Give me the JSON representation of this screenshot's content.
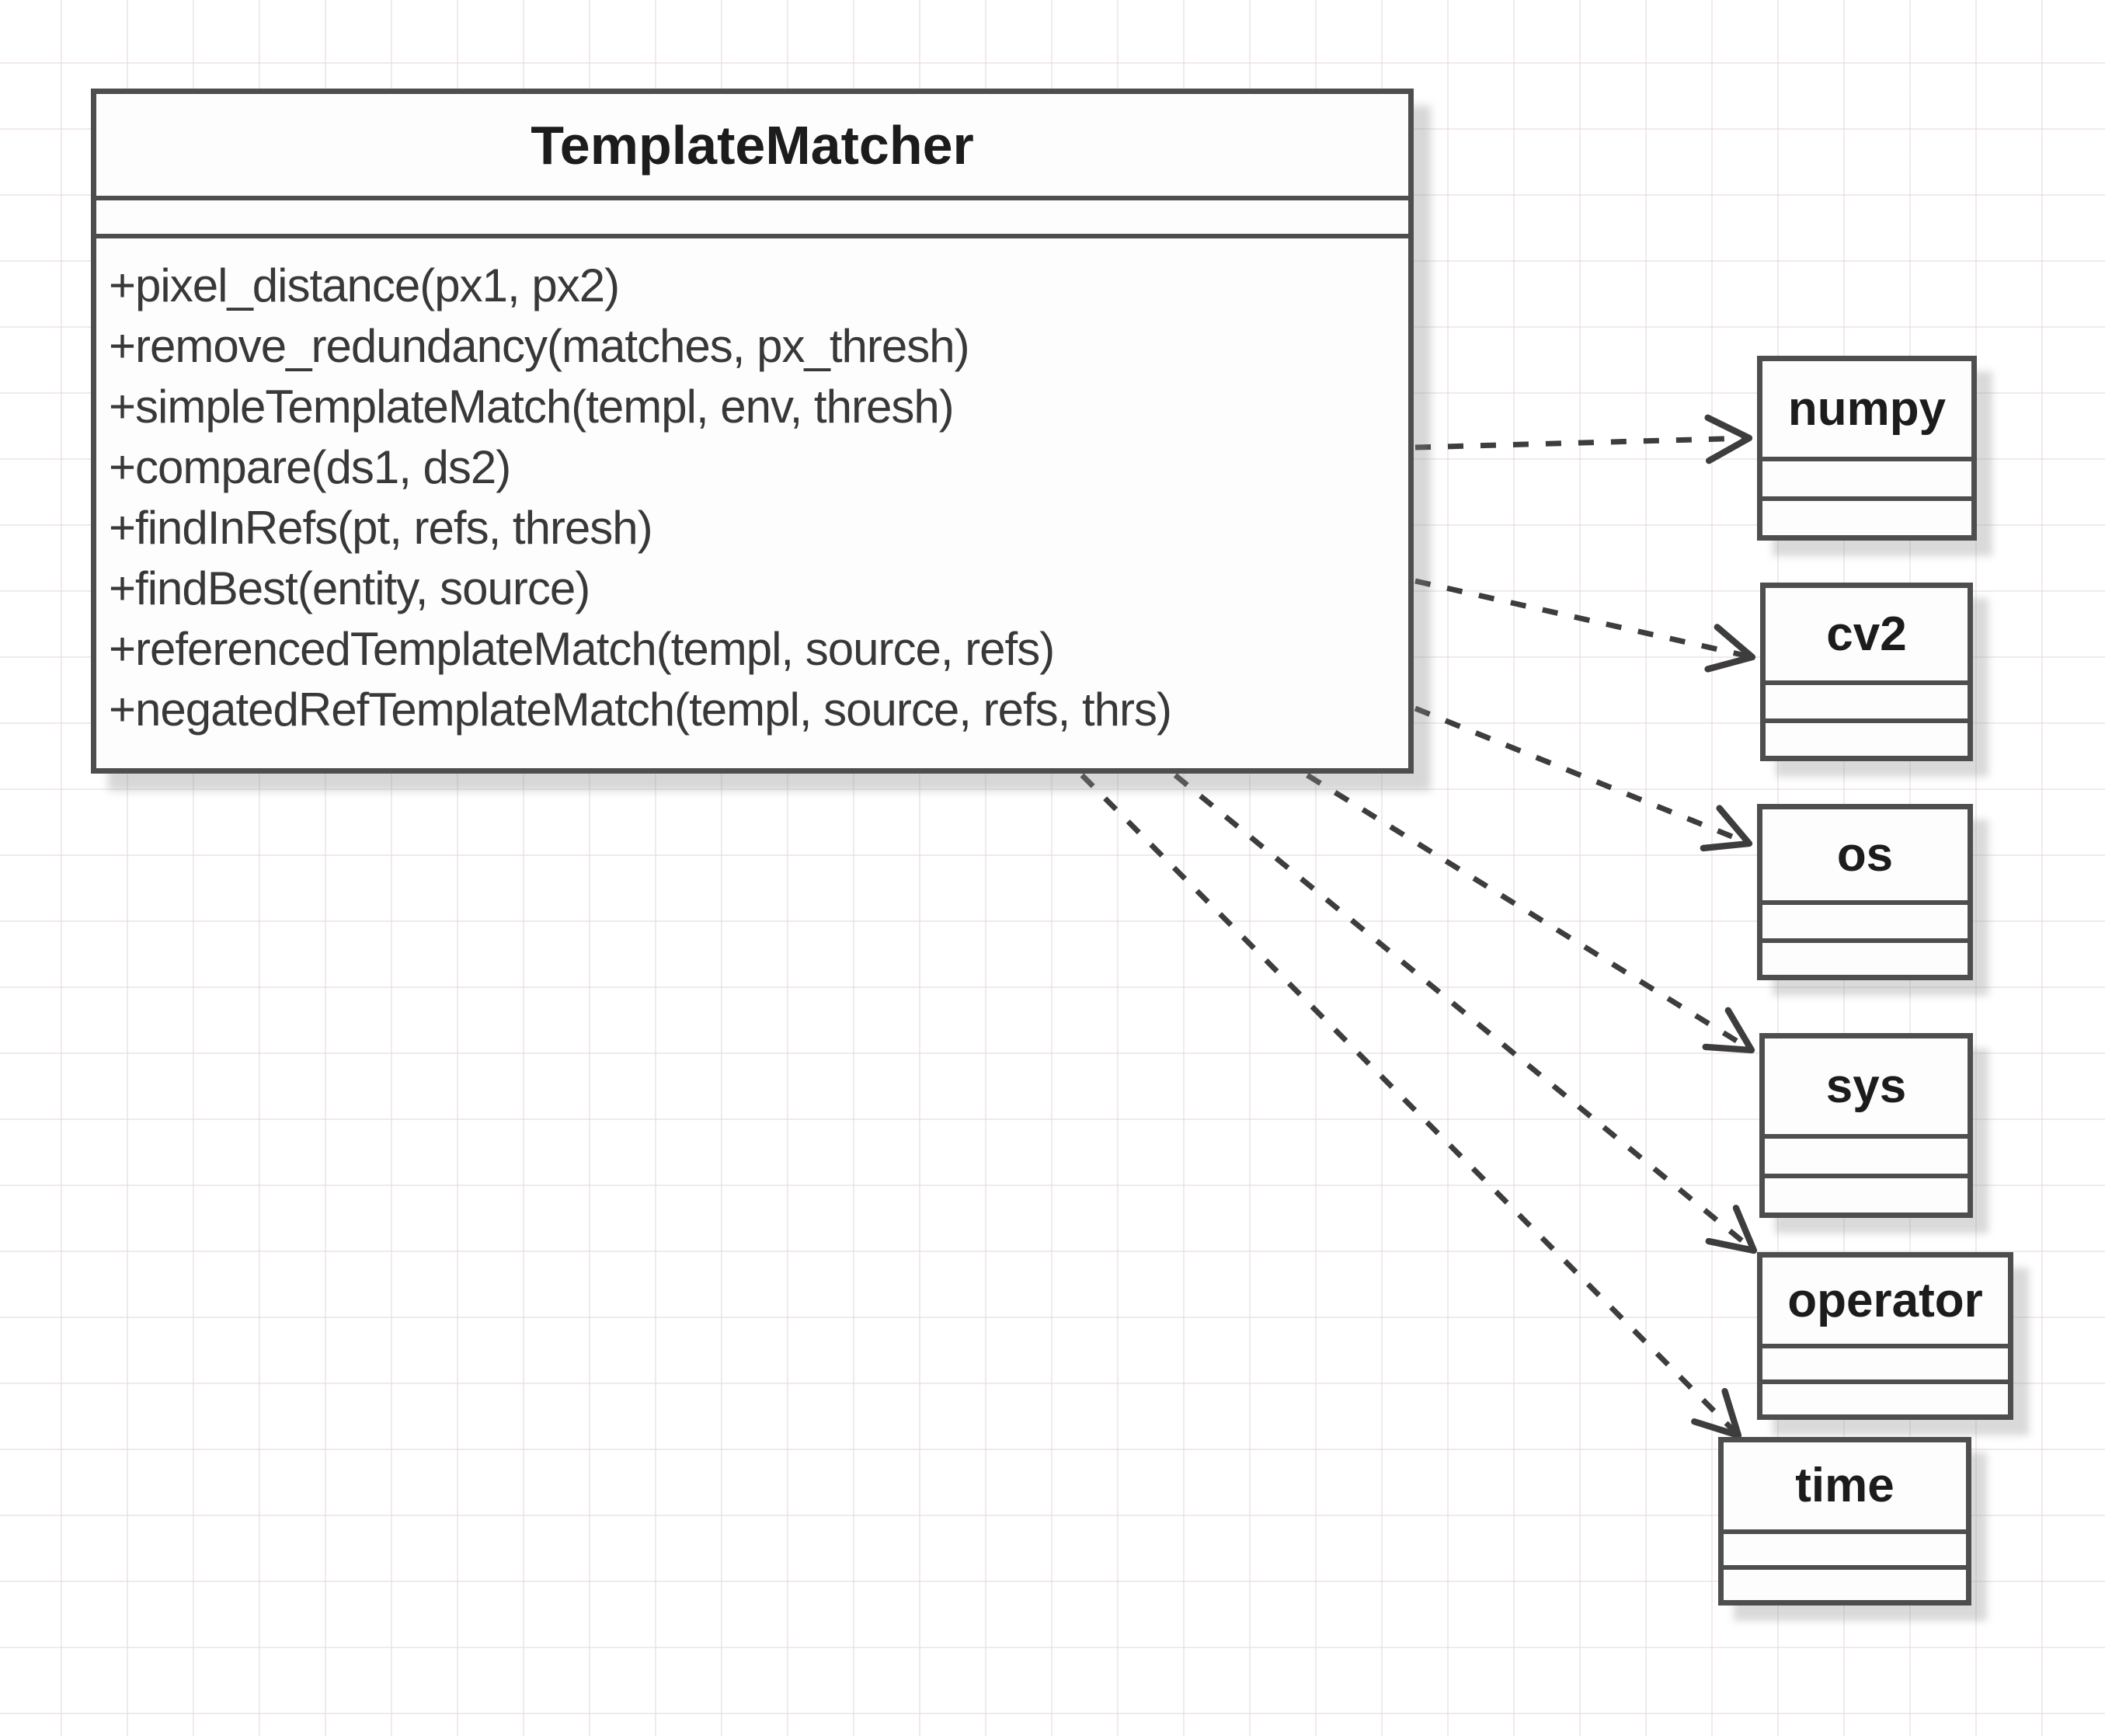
{
  "diagram": {
    "type": "uml-class-diagram",
    "main_class": {
      "name": "TemplateMatcher",
      "attributes": [],
      "methods": [
        "+pixel_distance(px1, px2)",
        "+remove_redundancy(matches, px_thresh)",
        "+simpleTemplateMatch(templ, env, thresh)",
        "+compare(ds1, ds2)",
        "+findInRefs(pt, refs, thresh)",
        "+findBest(entity, source)",
        "+referencedTemplateMatch(templ, source, refs)",
        "+negatedRefTemplateMatch(templ, source, refs, thrs)"
      ]
    },
    "dependencies": [
      "numpy",
      "cv2",
      "os",
      "sys",
      "operator",
      "time"
    ],
    "relationships": [
      {
        "from": "TemplateMatcher",
        "to": "numpy",
        "style": "dashed-open-arrow"
      },
      {
        "from": "TemplateMatcher",
        "to": "cv2",
        "style": "dashed-open-arrow"
      },
      {
        "from": "TemplateMatcher",
        "to": "os",
        "style": "dashed-open-arrow"
      },
      {
        "from": "TemplateMatcher",
        "to": "sys",
        "style": "dashed-open-arrow"
      },
      {
        "from": "TemplateMatcher",
        "to": "operator",
        "style": "dashed-open-arrow"
      },
      {
        "from": "TemplateMatcher",
        "to": "time",
        "style": "dashed-open-arrow"
      }
    ],
    "colors": {
      "box_border": "#4e4e4e",
      "box_fill": "#fdfdfd",
      "method_text": "#383838",
      "title_text": "#1c1c1c",
      "arrow": "#3d3d3d",
      "grid_line": "#ece0e0",
      "canvas_bg": "#ffffff"
    }
  }
}
